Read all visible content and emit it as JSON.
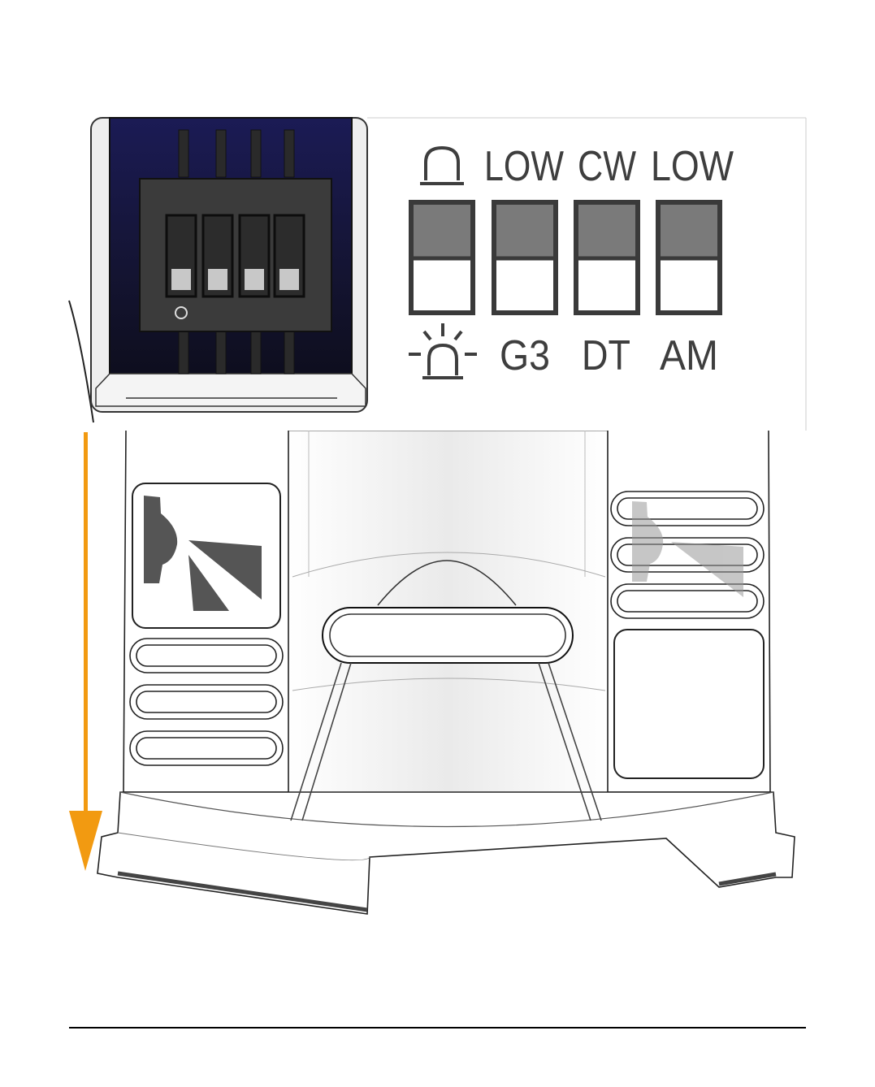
{
  "colors": {
    "arrow": "#f29a11",
    "switch_body": "#3b3b3b",
    "switch_upper": "#7a7a7a",
    "label_text": "#3e3e3e",
    "housing_dark": "#1a1a3a"
  },
  "dip_labels": {
    "top": {
      "icon": "alarm-off-icon",
      "s2": "LOW",
      "s3": "CW",
      "s4": "LOW"
    },
    "bottom": {
      "icon": "alarm-on-icon",
      "s2": "G3",
      "s3": "DT",
      "s4": "AM"
    }
  },
  "switches_state": [
    "up",
    "up",
    "up",
    "up"
  ],
  "arrow_direction": "down"
}
